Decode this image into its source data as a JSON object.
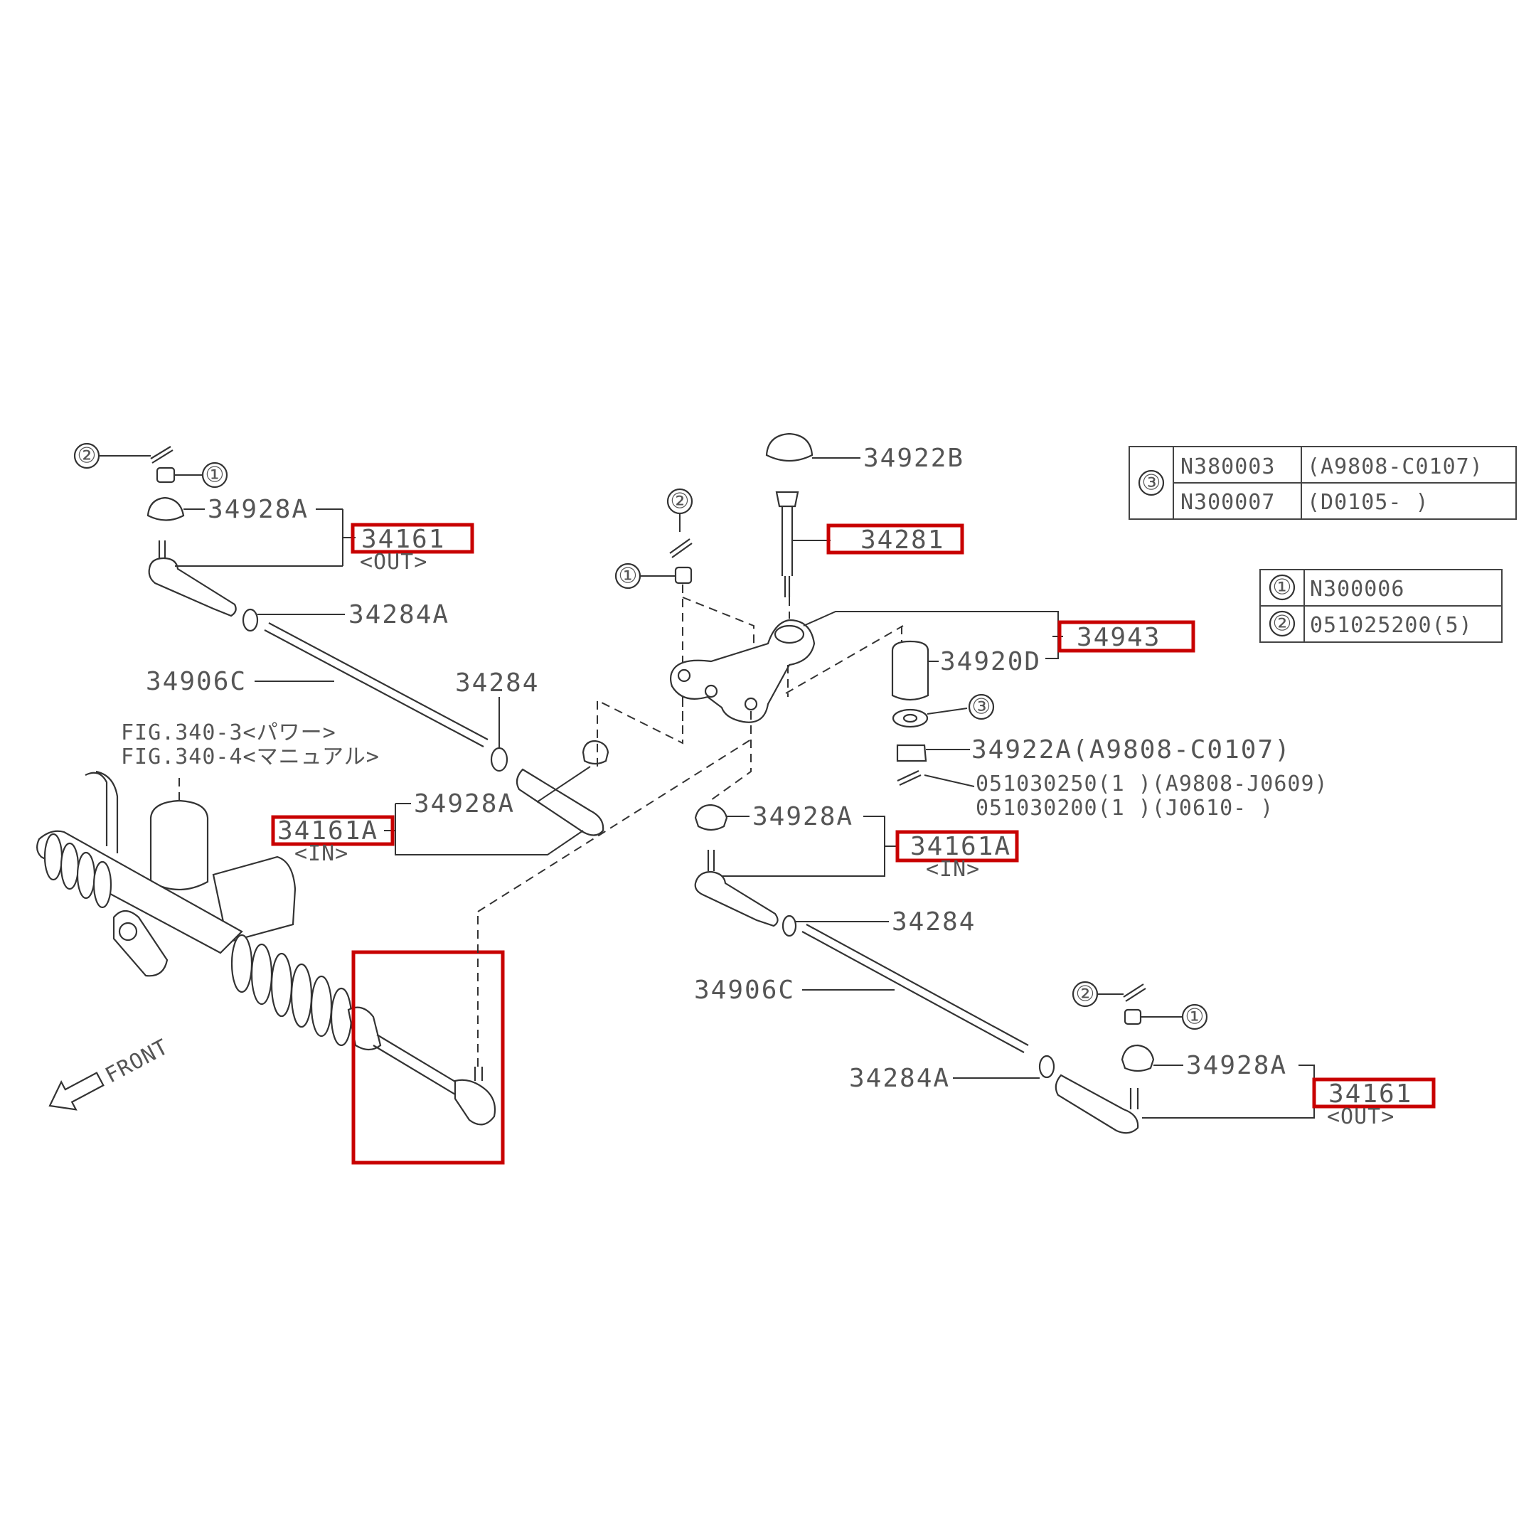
{
  "callouts": {
    "c1": "①",
    "c2": "②",
    "c3": "③"
  },
  "parts": {
    "p34928A": "34928A",
    "p34161": "34161",
    "out": "<OUT>",
    "in": "<IN>",
    "p34284A": "34284A",
    "p34906C": "34906C",
    "p34284": "34284",
    "p34161A": "34161A",
    "p34922B": "34922B",
    "p34281": "34281",
    "p34943": "34943",
    "p34920D": "34920D",
    "p34922A": "34922A(A9808-C0107)",
    "bolt1": "051030250(1 )(A9808-J0609)",
    "bolt2": "051030200(1 )(J0610-        )"
  },
  "fig_refs": {
    "power": "FIG.340-3<パワー>",
    "manual": "FIG.340-4<マニュアル>"
  },
  "front_label": "FRONT",
  "table3": {
    "rows": [
      {
        "part": "N380003",
        "range": "(A9808-C0107)"
      },
      {
        "part": "N300007",
        "range": "(D0105-        )"
      }
    ]
  },
  "table12": {
    "rows": [
      {
        "part": "N300006"
      },
      {
        "part": "051025200(5)"
      }
    ]
  },
  "colors": {
    "highlight": "#c80000",
    "line": "#333333",
    "text": "#555555"
  }
}
